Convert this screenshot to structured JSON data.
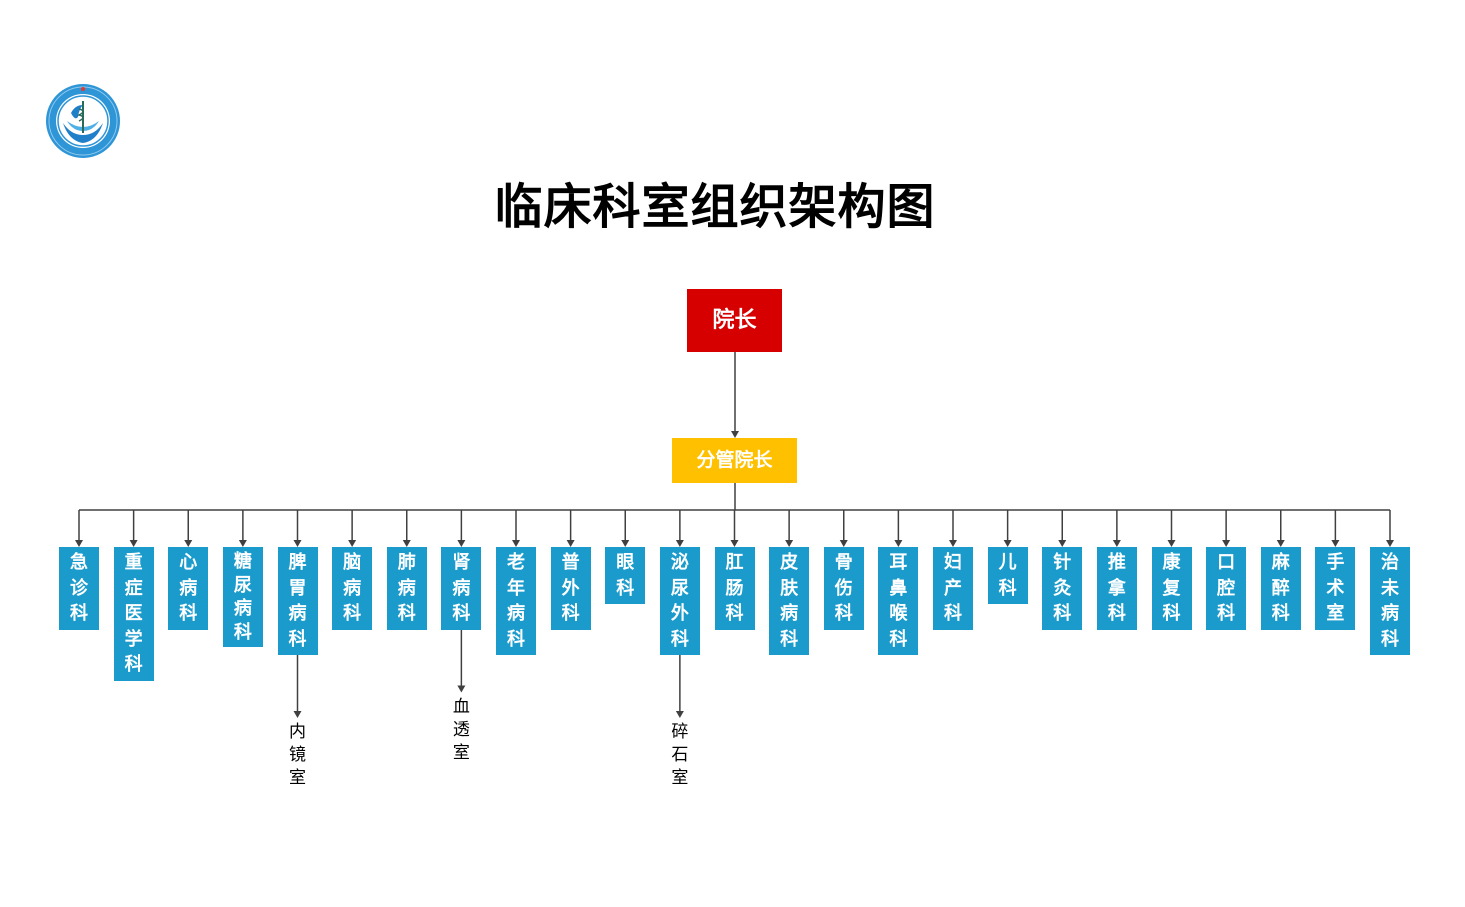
{
  "title": "临床科室组织架构图",
  "logo": {
    "icon": "hospital-logo-icon"
  },
  "colors": {
    "president": "#d60000",
    "vice_president": "#ffc000",
    "department": "#1a9bcc",
    "connector": "#404040",
    "sub_text": "#000000"
  },
  "org": {
    "president": "院长",
    "vice_president": "分管院长",
    "departments": [
      {
        "name": "急诊科"
      },
      {
        "name": "重症医学科"
      },
      {
        "name": "心病科"
      },
      {
        "name": "糖尿病科"
      },
      {
        "name": "脾胃病科",
        "sub_unit": "内镜室"
      },
      {
        "name": "脑病科"
      },
      {
        "name": "肺病科"
      },
      {
        "name": "肾病科",
        "sub_unit": "血透室"
      },
      {
        "name": "老年病科"
      },
      {
        "name": "普外科"
      },
      {
        "name": "眼科"
      },
      {
        "name": "泌尿外科",
        "sub_unit": "碎石室"
      },
      {
        "name": "肛肠科"
      },
      {
        "name": "皮肤病科"
      },
      {
        "name": "骨伤科"
      },
      {
        "name": "耳鼻喉科"
      },
      {
        "name": "妇产科"
      },
      {
        "name": "儿科"
      },
      {
        "name": "针灸科"
      },
      {
        "name": "推拿科"
      },
      {
        "name": "康复科"
      },
      {
        "name": "口腔科"
      },
      {
        "name": "麻醉科"
      },
      {
        "name": "手术室"
      },
      {
        "name": "治未病科"
      }
    ]
  }
}
